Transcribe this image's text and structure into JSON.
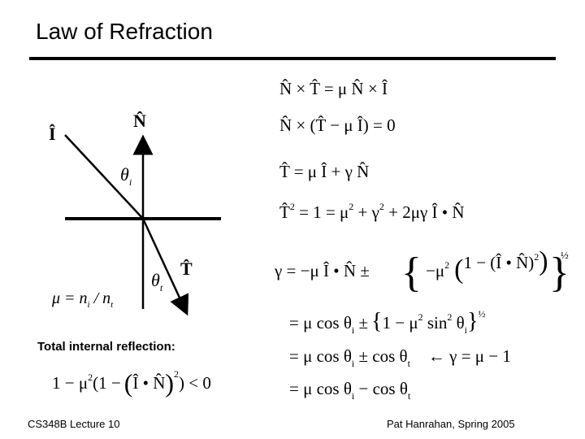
{
  "slide": {
    "title": "Law of Refraction",
    "total_internal_reflection_label": "Total internal reflection:",
    "footer_left": "CS348B Lecture 10",
    "footer_right": "Pat Hanrahan, Spring 2005"
  },
  "diagram": {
    "incident_label": "Î",
    "normal_label": "N̂",
    "transmitted_label": "T̂",
    "theta_i": "θ",
    "theta_i_sub": "i",
    "theta_t": "θ",
    "theta_t_sub": "t",
    "mu_definition": "μ = n",
    "mu_def_sub_i": "i",
    "mu_def_slash": " / n",
    "mu_def_sub_t": "t"
  },
  "equations": {
    "eq1": "N̂ × T̂ = μ   N̂ × Î",
    "eq2": "N̂ × (T̂ − μ   Î) = 0",
    "eq3": "T̂ = μ   Î + γ   N̂",
    "eq4_a": "T̂",
    "eq4_sup": "2",
    "eq4_b": " = 1 = μ",
    "eq4_sup2": "2",
    "eq4_c": " + γ",
    "eq4_sup3": "2",
    "eq4_d": " + 2μγ   Î • N̂",
    "eq5_a": "γ = −μ   Î • N̂ ±",
    "eq5_b": "−μ",
    "eq5_sup": "2",
    "eq5_c": "1 − (Î • N̂)",
    "eq5_sup2": "2",
    "eq5_pow": "½",
    "eq6_a": "= μ   cos θ",
    "eq6_sub": "i",
    "eq6_b": " ±",
    "eq6_c": "1 − μ",
    "eq6_sup": "2",
    "eq6_d": " sin",
    "eq6_sup2": "2",
    "eq6_e": " θ",
    "eq6_sub2": "i",
    "eq6_pow": "½",
    "eq7_a": "= μ   cos θ",
    "eq7_sub": "i",
    "eq7_b": " ± cos θ",
    "eq7_sub2": "t",
    "eq7_c": "← γ = μ − 1",
    "eq8_a": "= μ   cos θ",
    "eq8_sub": "i",
    "eq8_b": " − cos θ",
    "eq8_sub2": "t",
    "tir_a": "1 − μ",
    "tir_sup": "2",
    "tir_b": "(1 −",
    "tir_c": "Î • N̂",
    "tir_sup2": "2",
    "tir_d": ") < 0"
  }
}
